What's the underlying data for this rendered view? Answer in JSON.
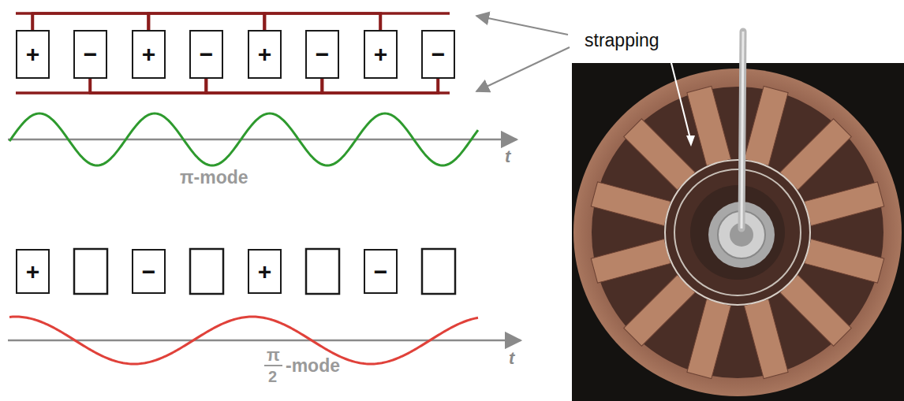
{
  "diagram": {
    "nodes": [
      {
        "text": [
          "+"
        ]
      },
      {
        "text": [
          "−"
        ]
      },
      {
        "text": [
          "+"
        ]
      },
      {
        "text": [
          "−"
        ]
      },
      {
        "text": [
          "+"
        ]
      },
      {
        "text": [
          "−"
        ]
      },
      {
        "text": [
          "+"
        ]
      },
      {
        "text": [
          "−"
        ]
      },
      {
        "text": [
          "+"
        ]
      },
      {
        "text": [
          "−"
        ]
      },
      {
        "text": [
          "+"
        ]
      },
      {
        "text": [
          "−"
        ]
      }
    ],
    "edges": [
      {
        "from": 0,
        "to": 2,
        "arrow": "none"
      },
      {
        "from": 2,
        "to": 4,
        "arrow": "none"
      },
      {
        "from": 4,
        "to": 6,
        "arrow": "none"
      },
      {
        "from": 1,
        "to": 3,
        "arrow": "none"
      },
      {
        "from": 3,
        "to": 5,
        "arrow": "none"
      },
      {
        "from": 5,
        "to": 7,
        "arrow": "none"
      }
    ],
    "labels": [
      "strapping",
      "t",
      "π-mode",
      "t",
      "π",
      "2",
      "-mode"
    ]
  }
}
